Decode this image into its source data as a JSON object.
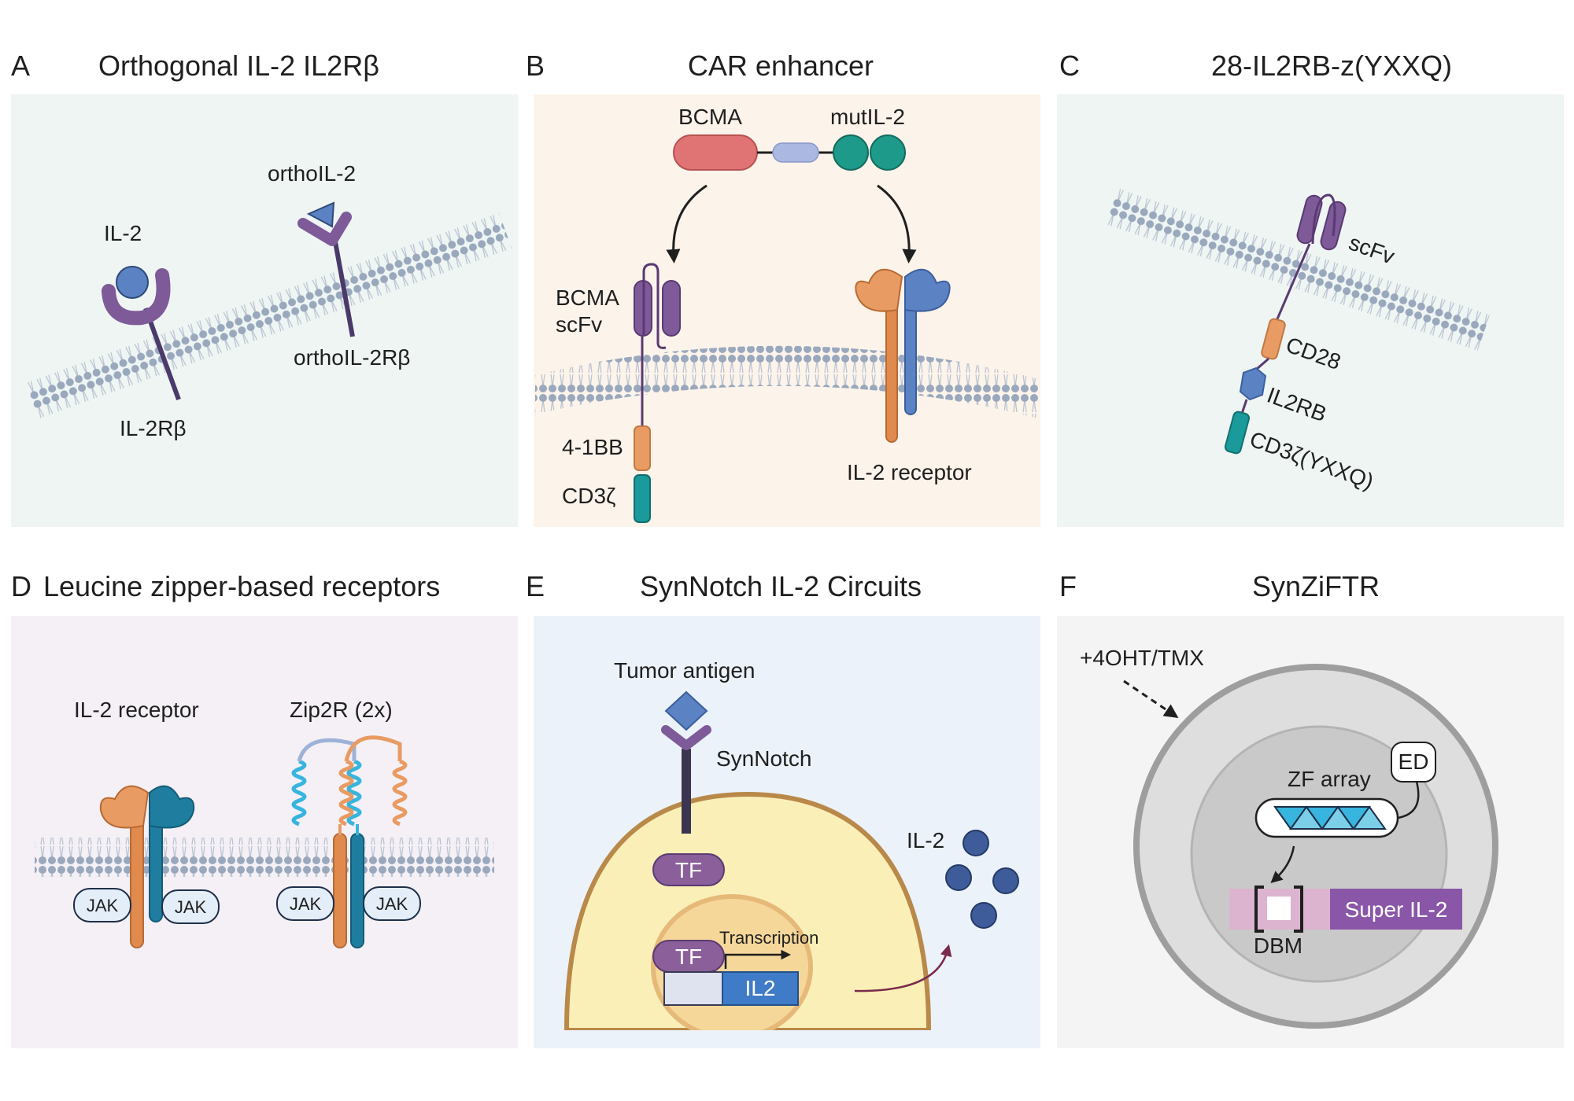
{
  "panels": {
    "a": {
      "letter": "A",
      "title": "Orthogonal IL-2 IL2Rβ",
      "labels": {
        "il2": "IL-2",
        "ortho_il2": "orthoIL-2",
        "il2rb": "IL-2Rβ",
        "ortho_il2rb": "orthoIL-2Rβ"
      },
      "colors": {
        "bg": "#eef5f3"
      }
    },
    "b": {
      "letter": "B",
      "title": "CAR enhancer",
      "labels": {
        "bcma": "BCMA",
        "mutil2": "mutIL-2",
        "bcma_scfv_1": "BCMA",
        "bcma_scfv_2": "scFv",
        "costim": "4-1BB",
        "cd3z": "CD3ζ",
        "il2_receptor": "IL-2 receptor"
      },
      "colors": {
        "bg": "#fcf3ea"
      }
    },
    "c": {
      "letter": "C",
      "title": "28-IL2RB-z(YXXQ)",
      "labels": {
        "scfv": "scFv",
        "cd28": "CD28",
        "il2rb": "IL2RB",
        "cd3z": "CD3ζ(YXXQ)"
      },
      "colors": {
        "bg": "#eef5f3"
      }
    },
    "d": {
      "letter": "D",
      "title": "Leucine zipper-based receptors",
      "labels": {
        "il2_receptor": "IL-2 receptor",
        "zip2r": "Zip2R (2x)",
        "jak1": "JAK",
        "jak2": "JAK",
        "jak3": "JAK",
        "jak4": "JAK"
      },
      "colors": {
        "bg": "#f4f0f6"
      }
    },
    "e": {
      "letter": "E",
      "title": "SynNotch IL-2 Circuits",
      "labels": {
        "tumor_antigen": "Tumor antigen",
        "synnotch": "SynNotch",
        "il2": "IL-2",
        "tf1": "TF",
        "tf2": "TF",
        "transcription": "Transcription",
        "il2_gene": "IL2"
      },
      "colors": {
        "bg": "#ebf2fa"
      }
    },
    "f": {
      "letter": "F",
      "title": "SynZiFTR",
      "labels": {
        "treatment": "+4OHT/TMX",
        "ed": "ED",
        "zf_array": "ZF array",
        "dbm": "DBM",
        "super_il2": "Super IL-2"
      },
      "colors": {
        "bg": "#f4f4f4"
      }
    }
  },
  "colors": {
    "purple": "#8a5f9a",
    "orange": "#e89b63",
    "blue": "#5b82c2",
    "teal": "#1a9a9a",
    "membrane_head": "#9aa8bd",
    "cyan": "#37b5de"
  }
}
